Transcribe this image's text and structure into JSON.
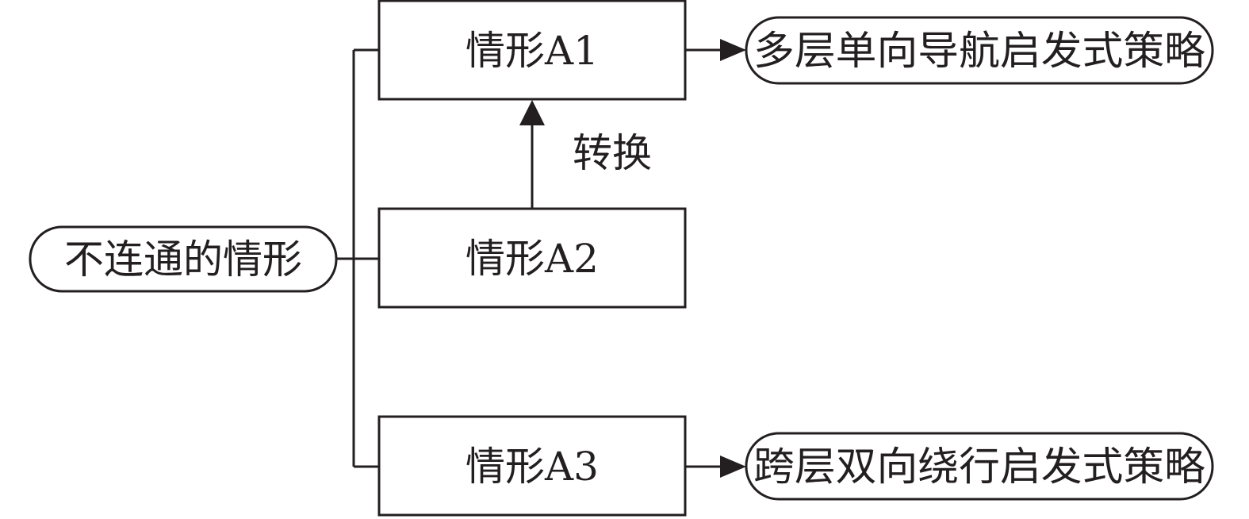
{
  "diagram": {
    "root": {
      "label": "不连通的情形"
    },
    "cases": [
      {
        "label": "情形A1"
      },
      {
        "label": "情形A2"
      },
      {
        "label": "情形A3"
      }
    ],
    "strategies": [
      {
        "label": "多层单向导航启发式策略"
      },
      {
        "label": "跨层双向绕行启发式策略"
      }
    ],
    "transition_label": "转换",
    "colors": {
      "stroke": "#231f20",
      "fill": "#ffffff"
    }
  }
}
